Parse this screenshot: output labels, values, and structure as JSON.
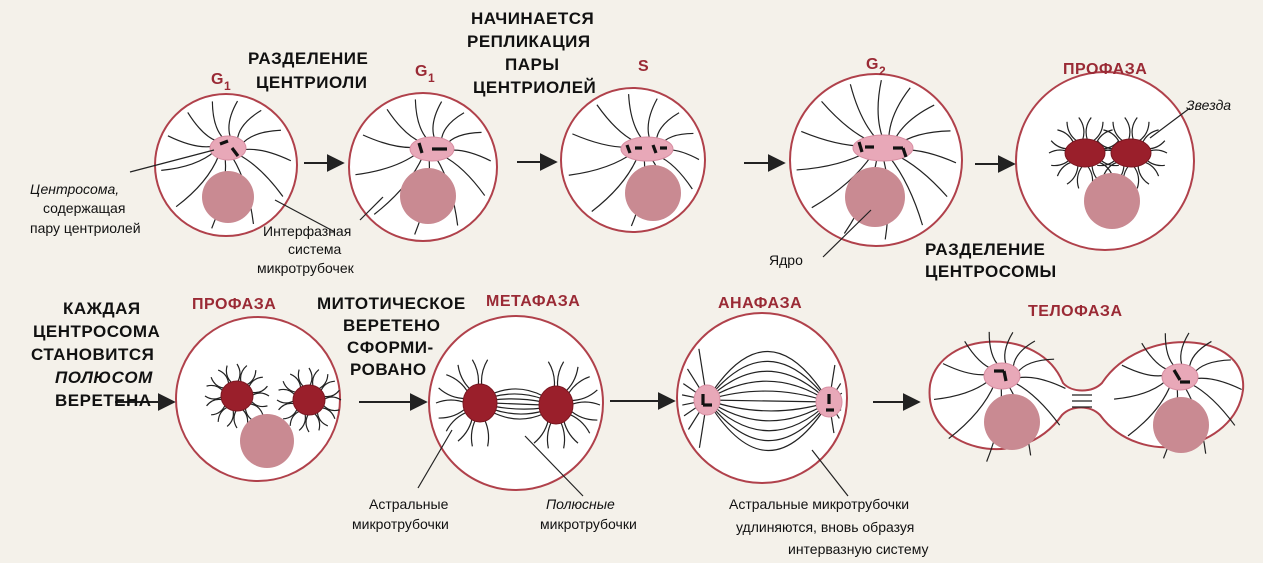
{
  "colors": {
    "background": "#f4f1ea",
    "cell_outline": "#b0414b",
    "phase_label": "#9a2a35",
    "centrosome": "#e8a8b8",
    "centrosome_mitotic": "#9a1f2b",
    "nucleus": "#c98a92"
  },
  "top_row": {
    "cell1_label": "G",
    "cell1_sub": "1",
    "step1": [
      "РАЗДЕЛЕНИЕ",
      "ЦЕНТРИОЛИ"
    ],
    "cell2_label": "G",
    "cell2_sub": "1",
    "step2": [
      "НАЧИНАЕТСЯ",
      "РЕПЛИКАЦИЯ",
      "ПАРЫ",
      "ЦЕНТРИОЛЕЙ"
    ],
    "cell3_label": "S",
    "cell4_label": "G",
    "cell4_sub": "2",
    "cell5_label": "ПРОФАЗА",
    "star_label": "Звезда",
    "centrosome_label": [
      "Центросома,",
      "содержащая",
      "пару центриолей"
    ],
    "interphase_label": [
      "Интерфазная",
      "система",
      "микротрубочек"
    ],
    "nucleus_label": "Ядро",
    "step3": [
      "РАЗДЕЛЕНИЕ",
      "ЦЕНТРОСОМЫ"
    ]
  },
  "bottom_row": {
    "intro": [
      "КАЖДАЯ",
      "ЦЕНТРОСОМА",
      "СТАНОВИТСЯ",
      "ПОЛЮСОМ",
      "ВЕРЕТЕНА"
    ],
    "cell1_label": "ПРОФАЗА",
    "step1": [
      "МИТОТИЧЕСКОЕ",
      "ВЕРЕТЕНО",
      "СФОРМИ-",
      "РОВАНО"
    ],
    "cell2_label": "МЕТАФАЗА",
    "cell3_label": "АНАФАЗА",
    "cell4_label": "ТЕЛОФАЗА",
    "astral_label": [
      "Астральные",
      "микротрубочки"
    ],
    "polar_label": [
      "Полюсные",
      "микротрубочки"
    ],
    "astral_long_label": [
      "Астральные микротрубочки",
      "удлиняются, вновь образуя",
      "интервазную систему"
    ]
  }
}
